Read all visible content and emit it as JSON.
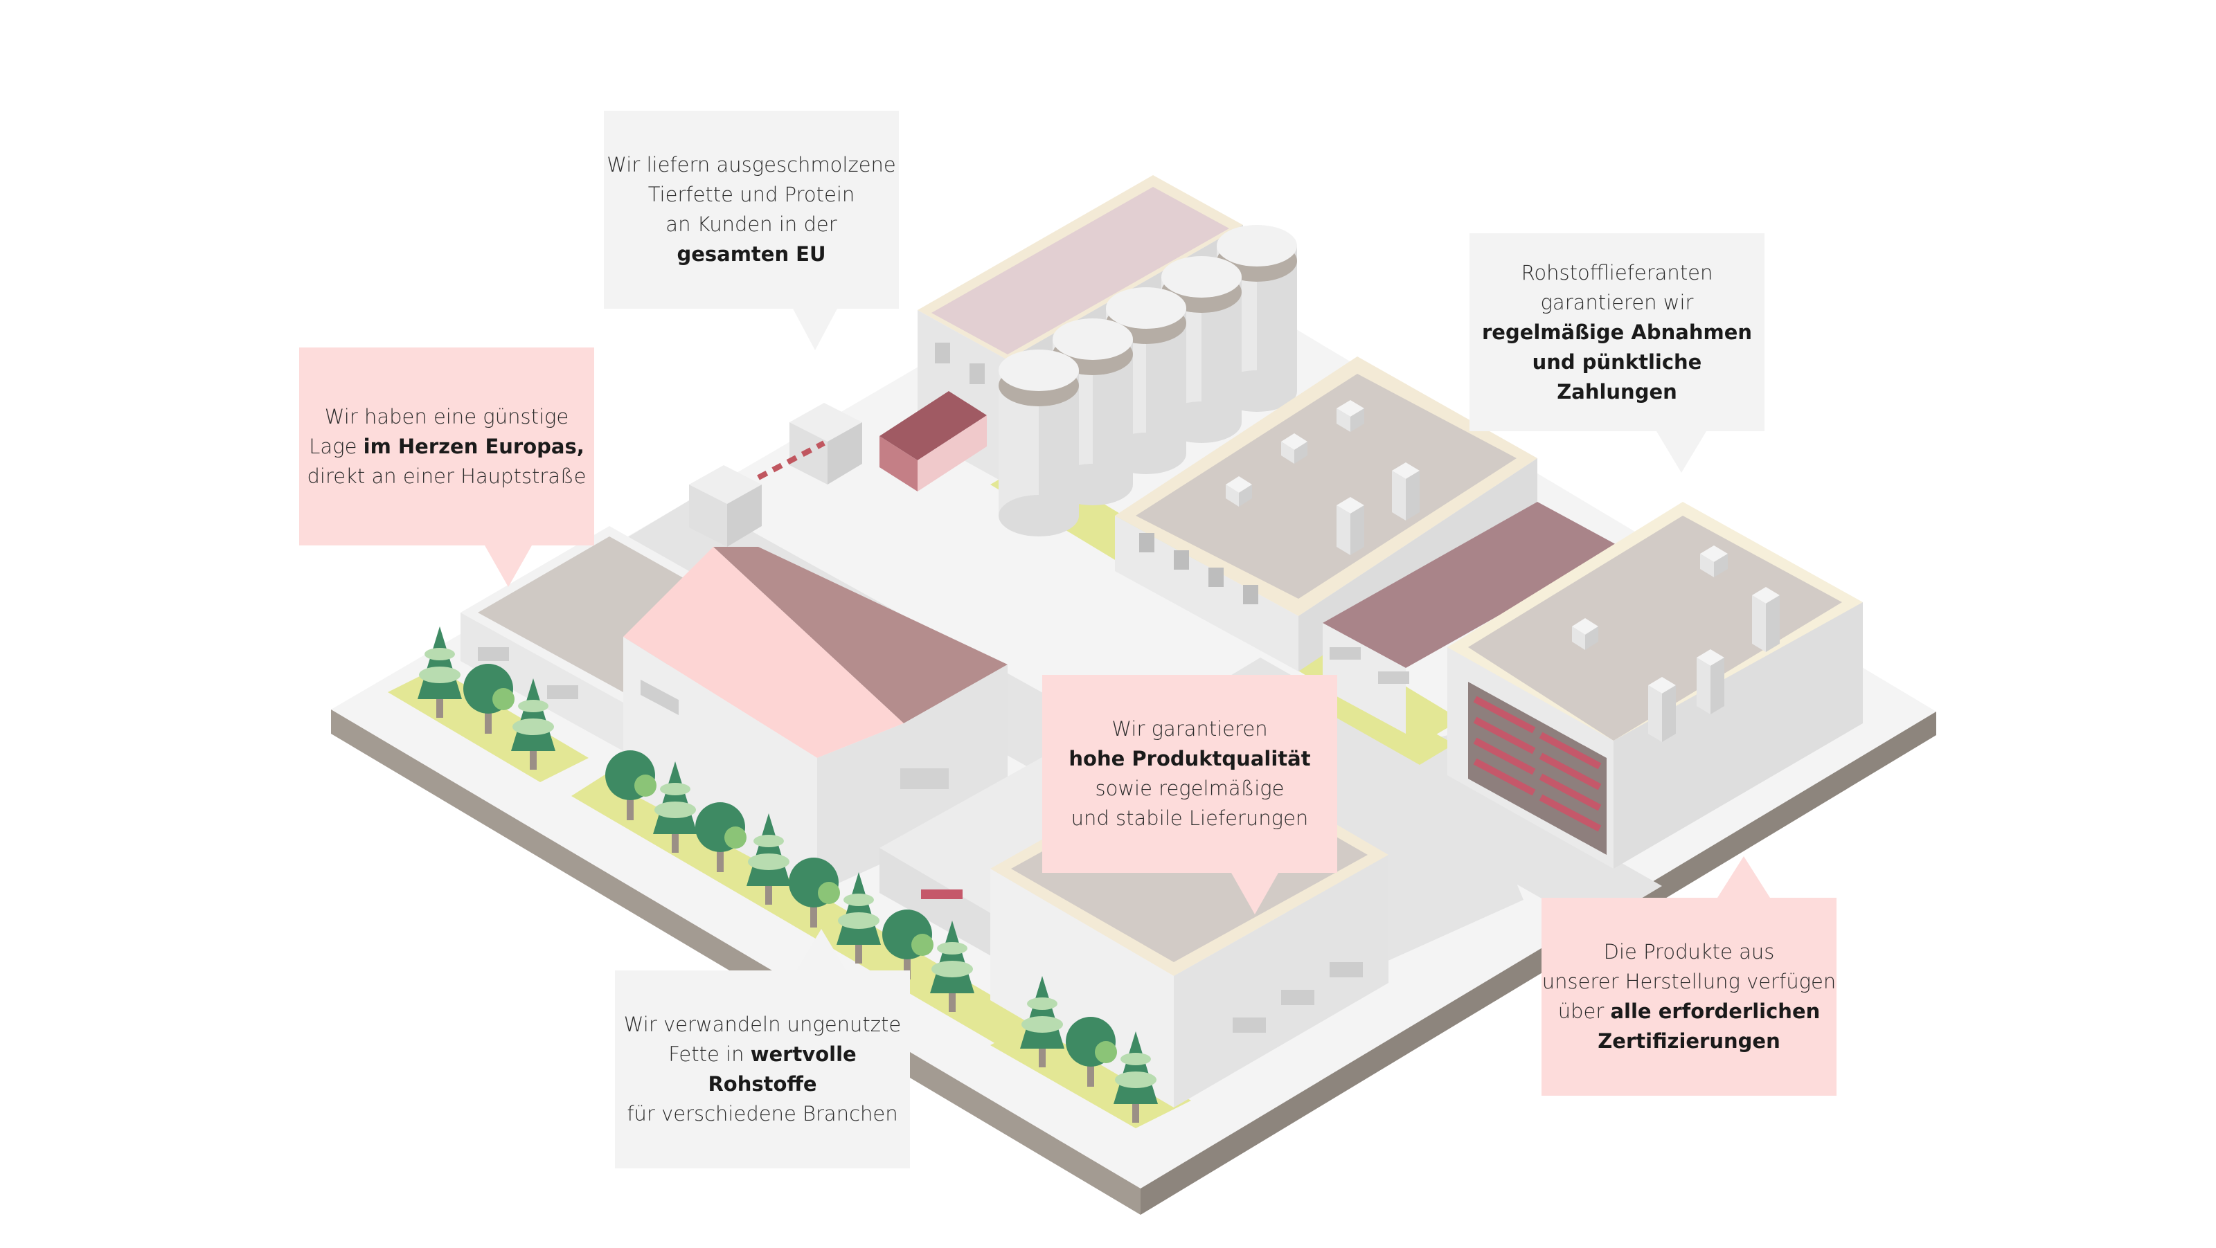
{
  "colors": {
    "pink_callout": "#fddcdb",
    "grey_callout": "#f3f3f3",
    "roof_maroon": "#b48d8d",
    "roof_pink": "#fdd5d4",
    "grass": "#e3e795",
    "tree_green": "#3e8a63"
  },
  "callouts": {
    "eu": {
      "line1": "Wir liefern ausgeschmolzene",
      "line2": "Tierfette und Protein",
      "line3": "an Kunden in der",
      "bold": "gesamten EU"
    },
    "location": {
      "pre": "Wir haben eine günstige",
      "lage": "Lage ",
      "bold": "im Herzen Europas,",
      "post": "direkt an einer Hauptstraße"
    },
    "suppliers": {
      "line1": "Rohstofflieferanten",
      "line2": "garantieren wir",
      "bold1": "regelmäßige Abnahmen",
      "bold2": "und pünktliche Zahlungen"
    },
    "quality": {
      "line1": "Wir garantieren",
      "bold": "hohe Produktqualität",
      "line2": "sowie regelmäßige",
      "line3": "und stabile Lieferungen"
    },
    "fats": {
      "line1": "Wir verwandeln ungenutzte",
      "pre2": "Fette in ",
      "bold": "wertvolle Rohstoffe",
      "line3": "für verschiedene Branchen"
    },
    "certs": {
      "line1": "Die Produkte aus",
      "line2": "unserer Herstellung verfügen",
      "pre3": "über ",
      "bold1": "alle erforderlichen",
      "bold2": "Zertifizierungen"
    }
  }
}
